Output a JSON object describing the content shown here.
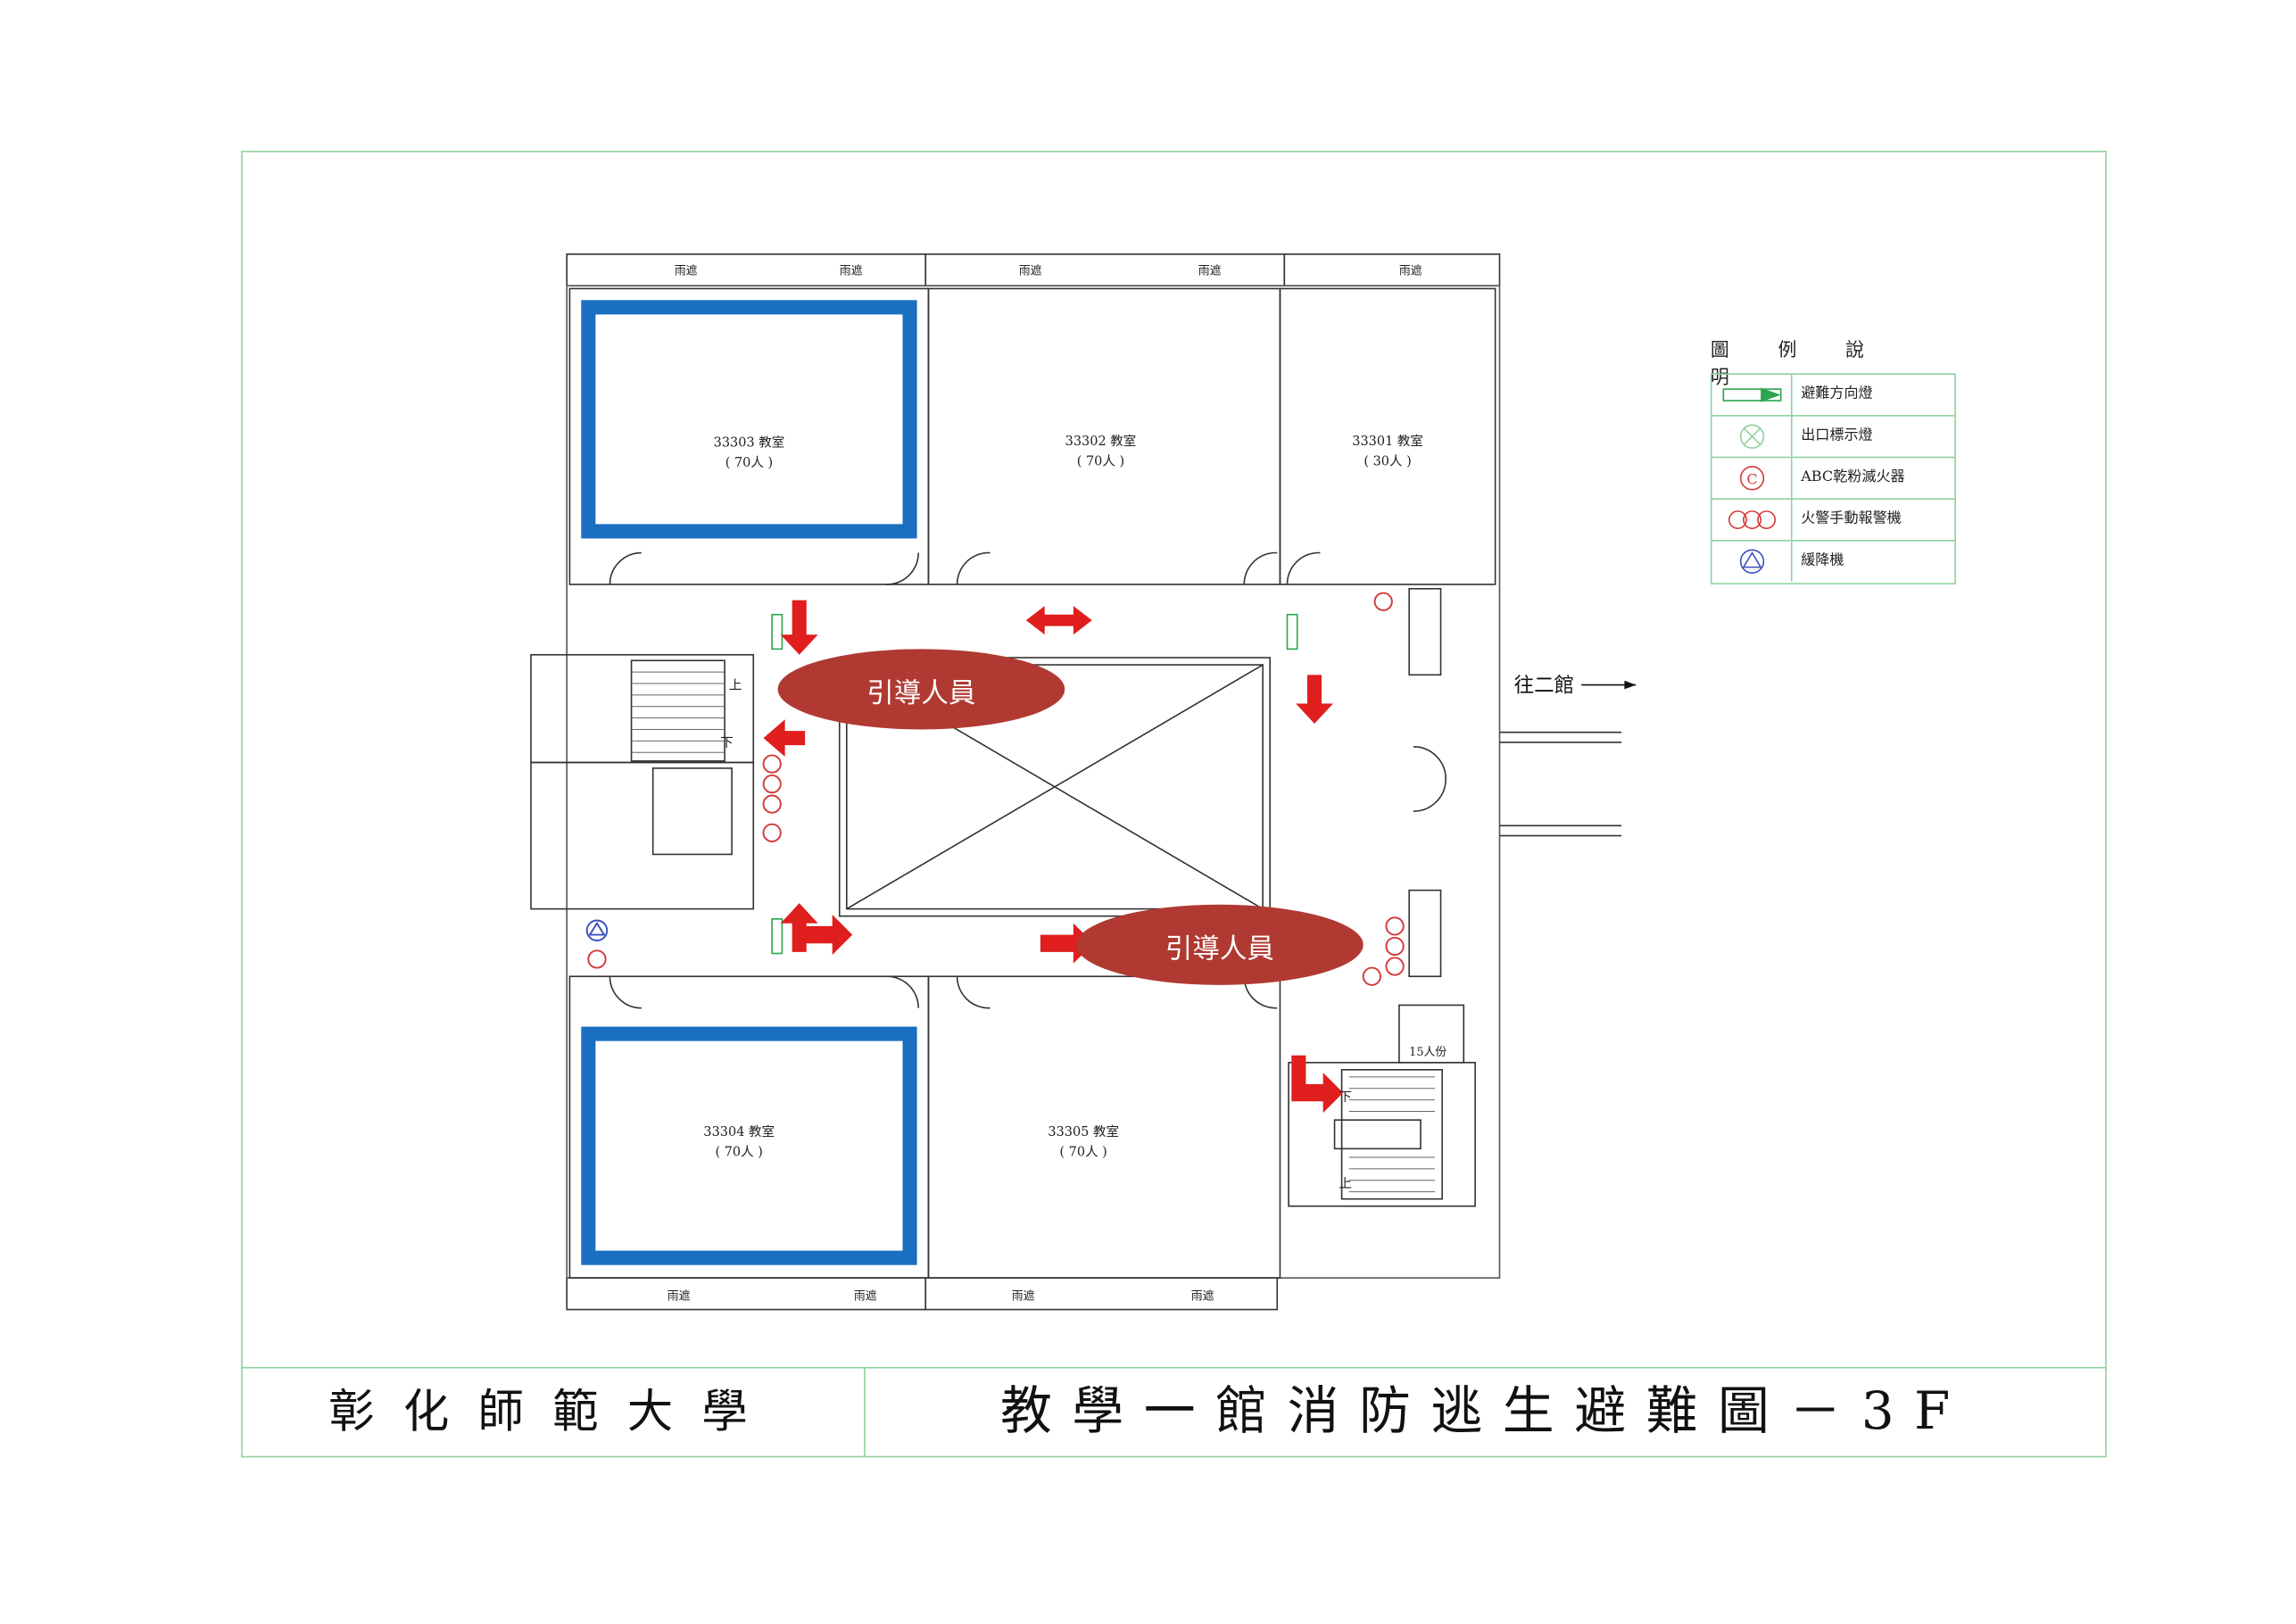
{
  "title_bar": {
    "university": "彰化師範大學",
    "title": "教學一館消防逃生避難圖－3F"
  },
  "legend": {
    "title": "圖例說明",
    "items": [
      {
        "icon": "green-arrow-icon",
        "label": "避難方向燈"
      },
      {
        "icon": "exit-sign-icon",
        "label": "出口標示燈"
      },
      {
        "icon": "fire-extinguisher-icon",
        "label": "ABC乾粉滅火器"
      },
      {
        "icon": "fire-alarm-icon",
        "label": "火警手動報警機"
      },
      {
        "icon": "descender-icon",
        "label": "緩降機"
      }
    ]
  },
  "rooms": [
    {
      "number": "33303 教室",
      "capacity": "( 70人 )"
    },
    {
      "number": "33302 教室",
      "capacity": "( 70人 )"
    },
    {
      "number": "33301 教室",
      "capacity": "( 30人 )"
    },
    {
      "number": "33304 教室",
      "capacity": "( 70人 )"
    },
    {
      "number": "33305 教室",
      "capacity": "( 70人 )"
    }
  ],
  "guides": [
    "引導人員",
    "引導人員"
  ],
  "to_building_2": "往二館",
  "stairs": {
    "up": "上",
    "down": "下"
  },
  "window_label": "雨遮",
  "elevator_label": "15人份",
  "colors": {
    "frame": "#8fd19e",
    "highlight": "#1a6fc0",
    "arrow": "#e01e1e",
    "guide": "#b03a32"
  }
}
